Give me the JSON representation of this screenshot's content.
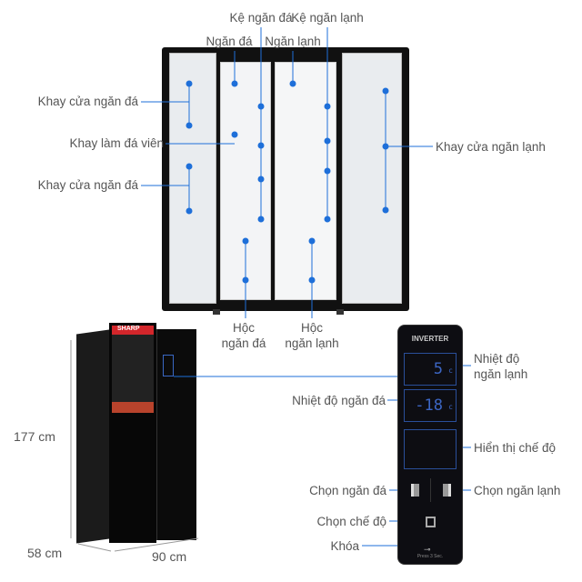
{
  "open_fridge_labels": {
    "freezer_shelf": "Kệ ngăn đá",
    "freezer": "Ngăn đá",
    "fridge": "Ngăn lạnh",
    "fridge_shelf": "Kệ ngăn lạnh",
    "freezer_door_tray_top": "Khay cửa ngăn đá",
    "ice_tray": "Khay làm đá viên",
    "freezer_door_tray_bottom": "Khay cửa ngăn đá",
    "fridge_door_tray": "Khay cửa ngăn lạnh",
    "freezer_drawer_1": "Hộc",
    "freezer_drawer_2": "ngăn đá",
    "fridge_drawer_1": "Hộc",
    "fridge_drawer_2": "ngăn lạnh"
  },
  "dimensions": {
    "height": "177 cm",
    "depth": "58 cm",
    "width": "90 cm"
  },
  "brand": "SHARP",
  "panel": {
    "title": "INVERTER",
    "fridge_temp": "5",
    "freezer_temp": "-18",
    "unit": "c",
    "lock_hint": "Press 3 Sec."
  },
  "panel_labels": {
    "fridge_temp_1": "Nhiệt độ",
    "fridge_temp_2": "ngăn lạnh",
    "freezer_temp": "Nhiệt độ ngăn đá",
    "mode_display": "Hiển thị chế độ",
    "select_freezer": "Chọn ngăn đá",
    "select_fridge": "Chọn ngăn lạnh",
    "select_mode": "Chọn chế độ",
    "lock": "Khóa"
  },
  "colors": {
    "accent": "#1e6fd9",
    "body": "#0d0d12"
  }
}
